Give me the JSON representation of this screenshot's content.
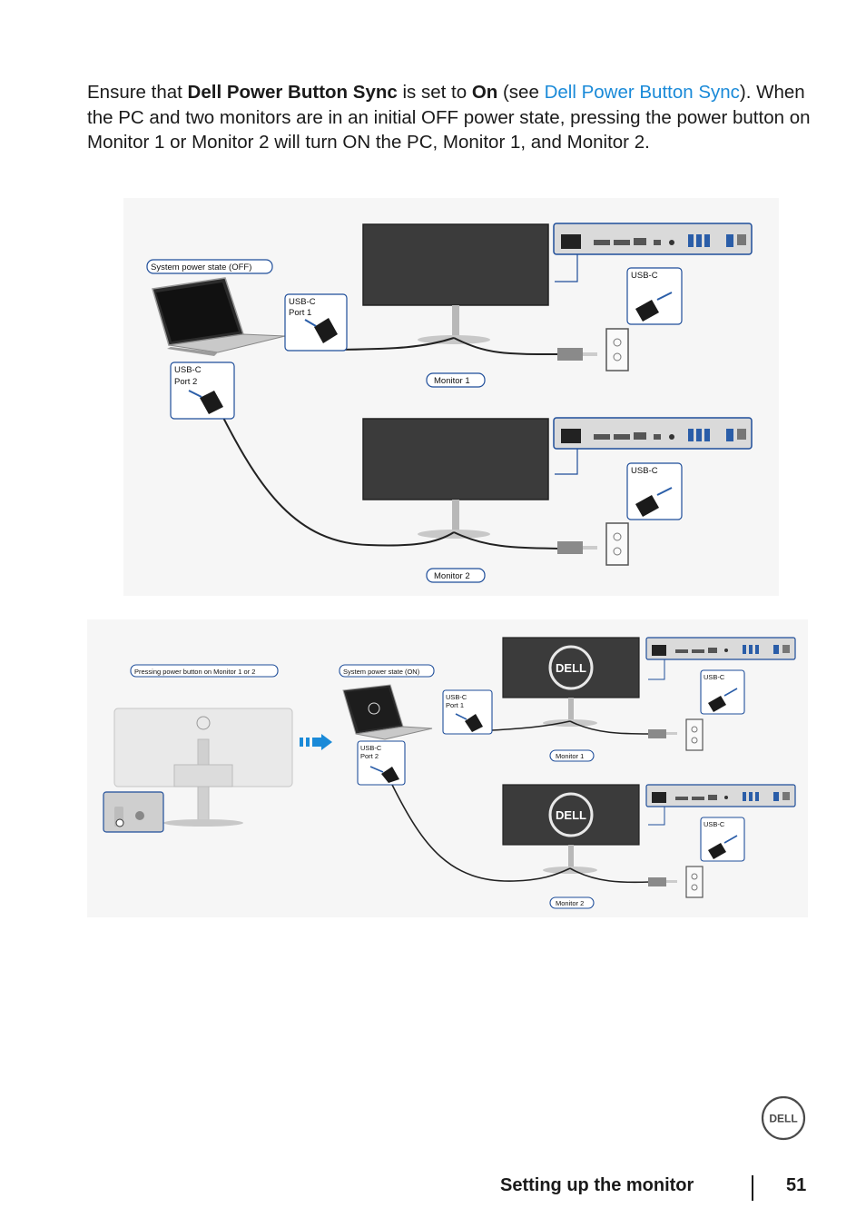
{
  "intro": {
    "t1": "Ensure that ",
    "b1": "Dell Power Button Sync",
    "t2": " is set to ",
    "b2": "On",
    "t3": " (see ",
    "link": "Dell Power Button Sync",
    "t4": "). When the PC and two monitors are in an initial OFF power state, pressing the power button on Monitor 1 or Monitor 2 will turn ON the PC, Monitor 1, and Monitor 2."
  },
  "figure1": {
    "system_state": "System power state (OFF)",
    "port1_l1": "USB-C",
    "port1_l2": "Port 1",
    "port2_l1": "USB-C",
    "port2_l2": "Port 2",
    "mon1_usbc": "USB-C",
    "mon2_usbc": "USB-C",
    "monitor1": "Monitor 1",
    "monitor2": "Monitor 2"
  },
  "figure2": {
    "pressing": "Pressing power button on Monitor 1 or 2",
    "system_state": "System power state (ON)",
    "port1_l1": "USB-C",
    "port1_l2": "Port 1",
    "port2_l1": "USB-C",
    "port2_l2": "Port 2",
    "mon1_usbc": "USB-C",
    "mon2_usbc": "USB-C",
    "monitor1": "Monitor 1",
    "monitor2": "Monitor 2"
  },
  "logo_text": "DELL",
  "footer": {
    "section": "Setting up the monitor",
    "page": "51"
  },
  "colors": {
    "accent_blue": "#1a8ad8",
    "callout_border": "#1f4e9a",
    "screen_dark": "#3a3a3a",
    "monitor_silver": "#e8e8e8"
  },
  "icons": [
    "laptop-icon",
    "monitor-icon",
    "usb-c-plug-icon",
    "power-plug-icon",
    "wall-outlet-icon",
    "power-button-icon",
    "arrow-right-icon",
    "dell-logo-icon"
  ]
}
